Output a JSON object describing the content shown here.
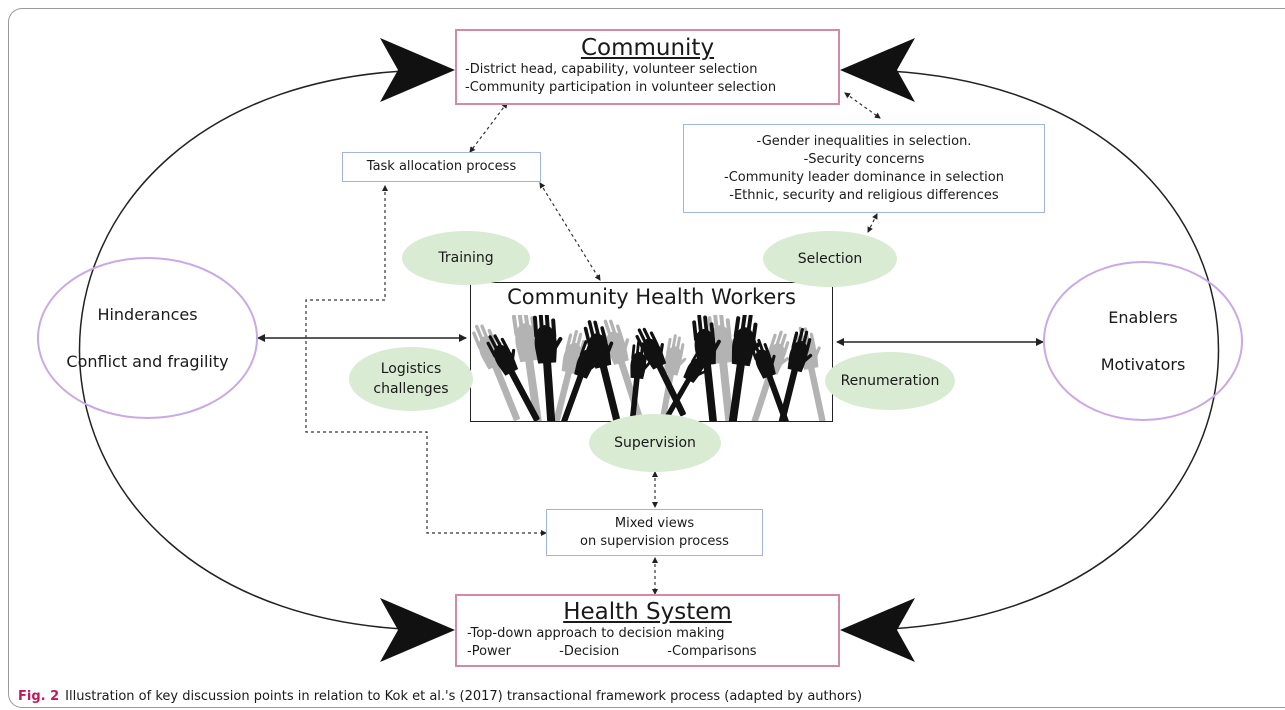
{
  "community": {
    "title": "Community",
    "lines": [
      "-District head, capability, volunteer selection",
      "-Community participation in volunteer selection"
    ]
  },
  "selection_issues": {
    "lines": [
      "-Gender inequalities in selection.",
      "-Security concerns",
      "-Community leader dominance in selection",
      "-Ethnic, security and religious differences"
    ]
  },
  "task_allocation": "Task allocation process",
  "hinderances_oval": {
    "line1": "Hinderances",
    "line2": "Conflict and fragility"
  },
  "enablers_oval": {
    "line1": "Enablers",
    "line2": "Motivators"
  },
  "pills": {
    "training": "Training",
    "selection": "Selection",
    "logistics": [
      "Logistics",
      "challenges"
    ],
    "renumeration": "Renumeration",
    "supervision": "Supervision"
  },
  "chw_title": "Community Health Workers",
  "mixed_views": [
    "Mixed views",
    "on supervision process"
  ],
  "health_system": {
    "title": "Health System",
    "line1": "-Top-down approach to decision making",
    "line2": [
      "-Power",
      "-Decision",
      "-Comparisons"
    ]
  },
  "caption": {
    "label": "Fig. 2",
    "text": "Illustration of key discussion points in relation to Kok et al.'s (2017) transactional framework process (adapted by authors)"
  }
}
